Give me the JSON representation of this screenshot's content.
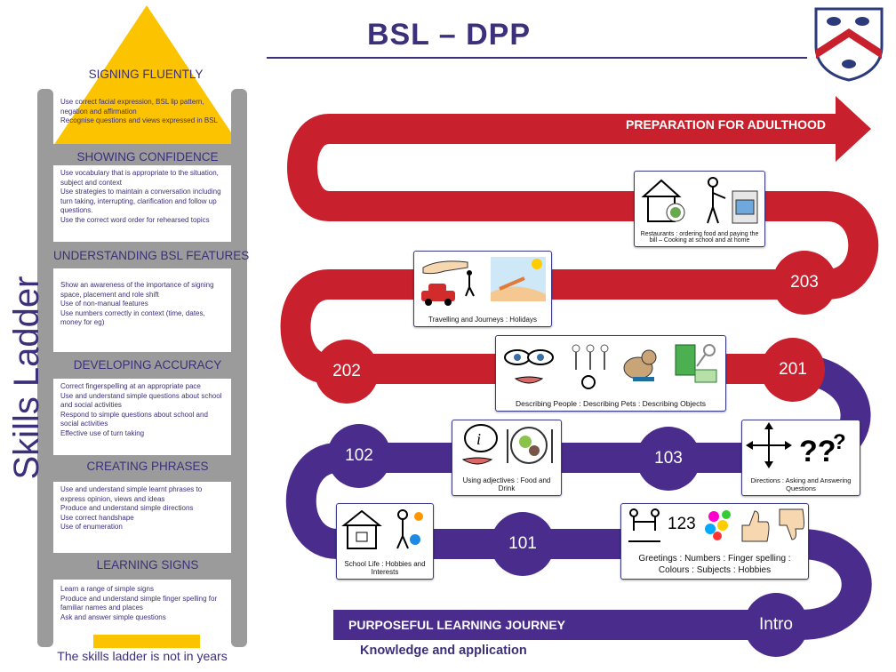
{
  "header": {
    "title": "BSL – DPP"
  },
  "colors": {
    "red": "#c8202d",
    "purple": "#4a2c8c",
    "navy": "#3b3079",
    "yellow": "#fcc400",
    "grey": "#9b9b9b"
  },
  "ladder": {
    "label": "Skills Ladder",
    "note": "The skills ladder is not in years",
    "rungs": [
      {
        "title": "SIGNING FLUENTLY",
        "lines": [
          "Use correct facial expression, BSL lip pattern, negation and affirmation",
          "Recognise questions and views expressed in BSL"
        ]
      },
      {
        "title": "SHOWING CONFIDENCE",
        "lines": [
          "Use vocabulary that is appropriate to the situation, subject and context",
          "Use strategies to maintain a conversation including turn taking, interrupting, clarification and follow up questions.",
          "Use the correct word order for rehearsed topics"
        ]
      },
      {
        "title": "UNDERSTANDING BSL FEATURES",
        "lines": [
          "Show an awareness of the importance of signing space, placement and role shift",
          "Use of non-manual features",
          "Use numbers correctly in context (time, dates, money for eg)"
        ]
      },
      {
        "title": "DEVELOPING ACCURACY",
        "lines": [
          "Correct fingerspelling at an appropriate pace",
          "Use and understand simple questions about school and social activities",
          "Respond to simple questions about school and social activities",
          "Effective use of turn taking"
        ]
      },
      {
        "title": "CREATING PHRASES",
        "lines": [
          "Use and understand simple learnt phrases to express opinion, views and ideas",
          "Produce and understand simple directions",
          "Use correct handshape",
          "Use of enumeration"
        ]
      },
      {
        "title": "LEARNING SIGNS",
        "lines": [
          "Learn a range of simple signs",
          "Produce and understand simple finger spelling for familiar names and places",
          "Ask and answer simple questions"
        ]
      }
    ]
  },
  "journey": {
    "top_label": "PREPARATION FOR ADULTHOOD",
    "bottom_label": "PURPOSEFUL LEARNING JOURNEY",
    "subtitle": "Knowledge and application",
    "stages": [
      "Intro",
      "101",
      "102",
      "103",
      "201",
      "202",
      "203"
    ],
    "cards": [
      {
        "caption": "Restaurants : ordering food and paying the bill – Cooking at school and at home",
        "icons": [
          "house-icon",
          "plate-icon",
          "cook-icon",
          "oven-icon"
        ]
      },
      {
        "caption": "Travelling and Journeys : Holidays",
        "icons": [
          "pointing-hand-icon",
          "walking-person-icon",
          "car-icon",
          "beach-icon"
        ]
      },
      {
        "caption": "Describing People : Describing Pets : Describing Objects",
        "icons": [
          "face-icon",
          "people-icon",
          "dog-icon",
          "book-icon",
          "key-icon"
        ]
      },
      {
        "caption": "Using adjectives : Food and Drink",
        "icons": [
          "info-speech-icon",
          "food-plate-icon"
        ]
      },
      {
        "caption": "Directions : Asking and Answering Questions",
        "icons": [
          "arrows-icon",
          "question-marks-icon"
        ]
      },
      {
        "caption": "School Life : Hobbies and Interests",
        "icons": [
          "school-icon",
          "hobbies-icon"
        ]
      },
      {
        "caption": "Greetings : Numbers : Finger spelling : Colours : Subjects : Hobbies",
        "icons": [
          "greeting-icon",
          "numbers-icon",
          "colours-icon",
          "thumbs-up-icon",
          "thumbs-down-icon"
        ]
      },
      {
        "number_text": "123"
      }
    ]
  }
}
